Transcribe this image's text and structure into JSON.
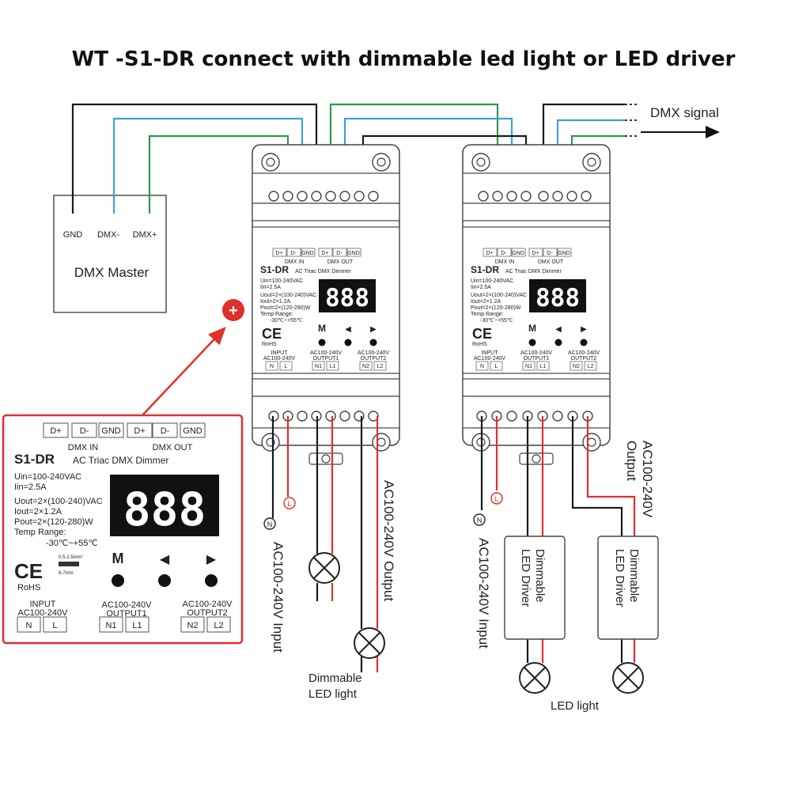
{
  "title": "WT -S1-DR connect with dimmable led light or LED driver",
  "dmx_signal": "DMX signal",
  "dmx_master": {
    "name": "DMX Master",
    "terminals": [
      "GND",
      "DMX-",
      "DMX+"
    ]
  },
  "device": {
    "model": "S1-DR",
    "subtitle": "AC Triac DMX Dimmer",
    "top_terminals": [
      "D+",
      "D-",
      "GND",
      "D+",
      "D-",
      "GND"
    ],
    "dmx_in": "DMX IN",
    "dmx_out": "DMX OUT",
    "specs": [
      "Uin=100-240VAC",
      "Iin=2.5A",
      "Uout=2×(100-240)VAC",
      "Iout=2×1.2A",
      "Pout=2×(120-280)W",
      "Temp Range:",
      "-30℃~+55℃"
    ],
    "display": "888",
    "buttons": [
      "M",
      "◀",
      "▶"
    ],
    "ce": "CE",
    "rohs": "RoHS",
    "wire_spec_top": "0.5-2.5mm²",
    "wire_spec_bottom": "6-7mm",
    "input_label": "INPUT",
    "input_range": "AC100-240V",
    "input_terminals": [
      "N",
      "L"
    ],
    "out1_range": "AC100-240V",
    "out1_label": "OUTPUT1",
    "out1_terminals": [
      "N1",
      "L1"
    ],
    "out2_range": "AC100-240V",
    "out2_label": "OUTPUT2",
    "out2_terminals": [
      "N2",
      "L2"
    ]
  },
  "left_wiring": {
    "neutral": "N",
    "live": "L",
    "input_label": "AC100-240V Input",
    "output_label": "AC100-240V Output",
    "load_label_line1": "Dimmable",
    "load_label_line2": "LED light"
  },
  "right_wiring": {
    "neutral": "N",
    "live": "L",
    "input_label": "AC100-240V Input",
    "output_label_line1": "AC100-240V",
    "output_label_line2": "Output",
    "driver_line1": "Dimmable",
    "driver_line2": "LED Driver",
    "load_label": "LED light"
  },
  "zoom_marker": "+"
}
